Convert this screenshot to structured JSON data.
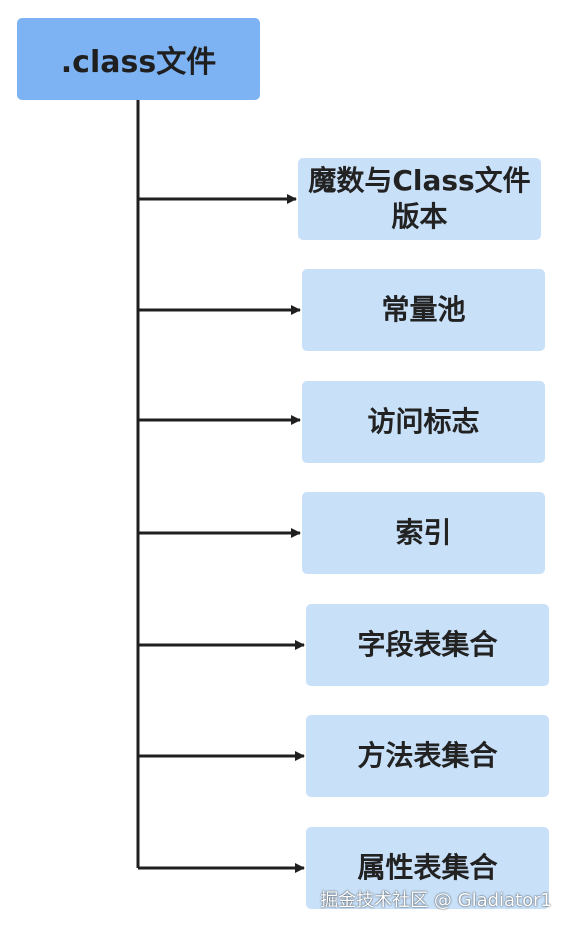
{
  "root": {
    "label": ".class文件"
  },
  "children": [
    {
      "label": "魔数与Class文件版本"
    },
    {
      "label": "常量池"
    },
    {
      "label": "访问标志"
    },
    {
      "label": "索引"
    },
    {
      "label": "字段表集合"
    },
    {
      "label": "方法表集合"
    },
    {
      "label": "属性表集合"
    }
  ],
  "watermark": {
    "text": "掘金技术社区 @ Gladiator1"
  },
  "colors": {
    "root_fill": "#7db3f2",
    "child_fill": "#c8e0f8",
    "line": "#1f1f1f"
  }
}
